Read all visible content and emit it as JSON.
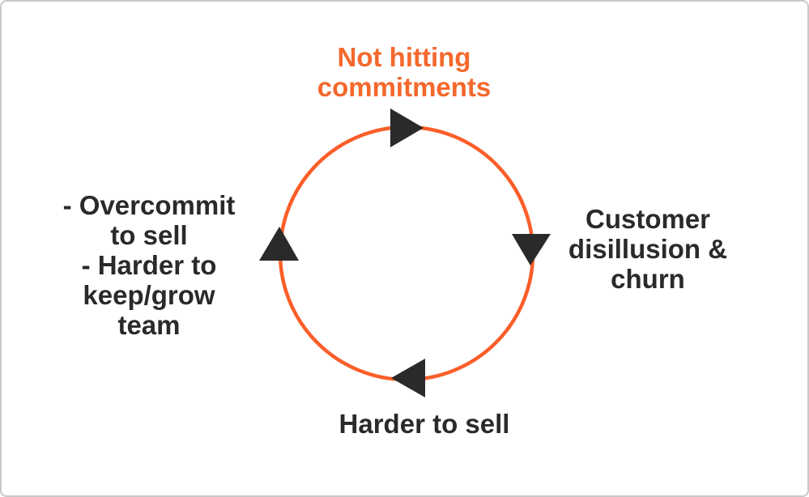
{
  "colors": {
    "accent_orange": "#F4682C",
    "circle_orange": "#FB5E29",
    "text_black": "#2A2A2A",
    "border_gray": "#C9C9C9",
    "background": "#FFFFFF"
  },
  "cycle": {
    "type": "cycle-diagram",
    "direction": "clockwise",
    "nodes": {
      "top": {
        "label": "Not hitting\ncommitments",
        "emphasis": "orange"
      },
      "right": {
        "label": "Customer\ndisillusion &\nchurn",
        "emphasis": "black"
      },
      "bottom": {
        "label": "Harder to sell",
        "emphasis": "black"
      },
      "left": {
        "label": "- Overcommit\nto sell\n- Harder to\nkeep/grow\nteam",
        "emphasis": "black"
      }
    }
  }
}
